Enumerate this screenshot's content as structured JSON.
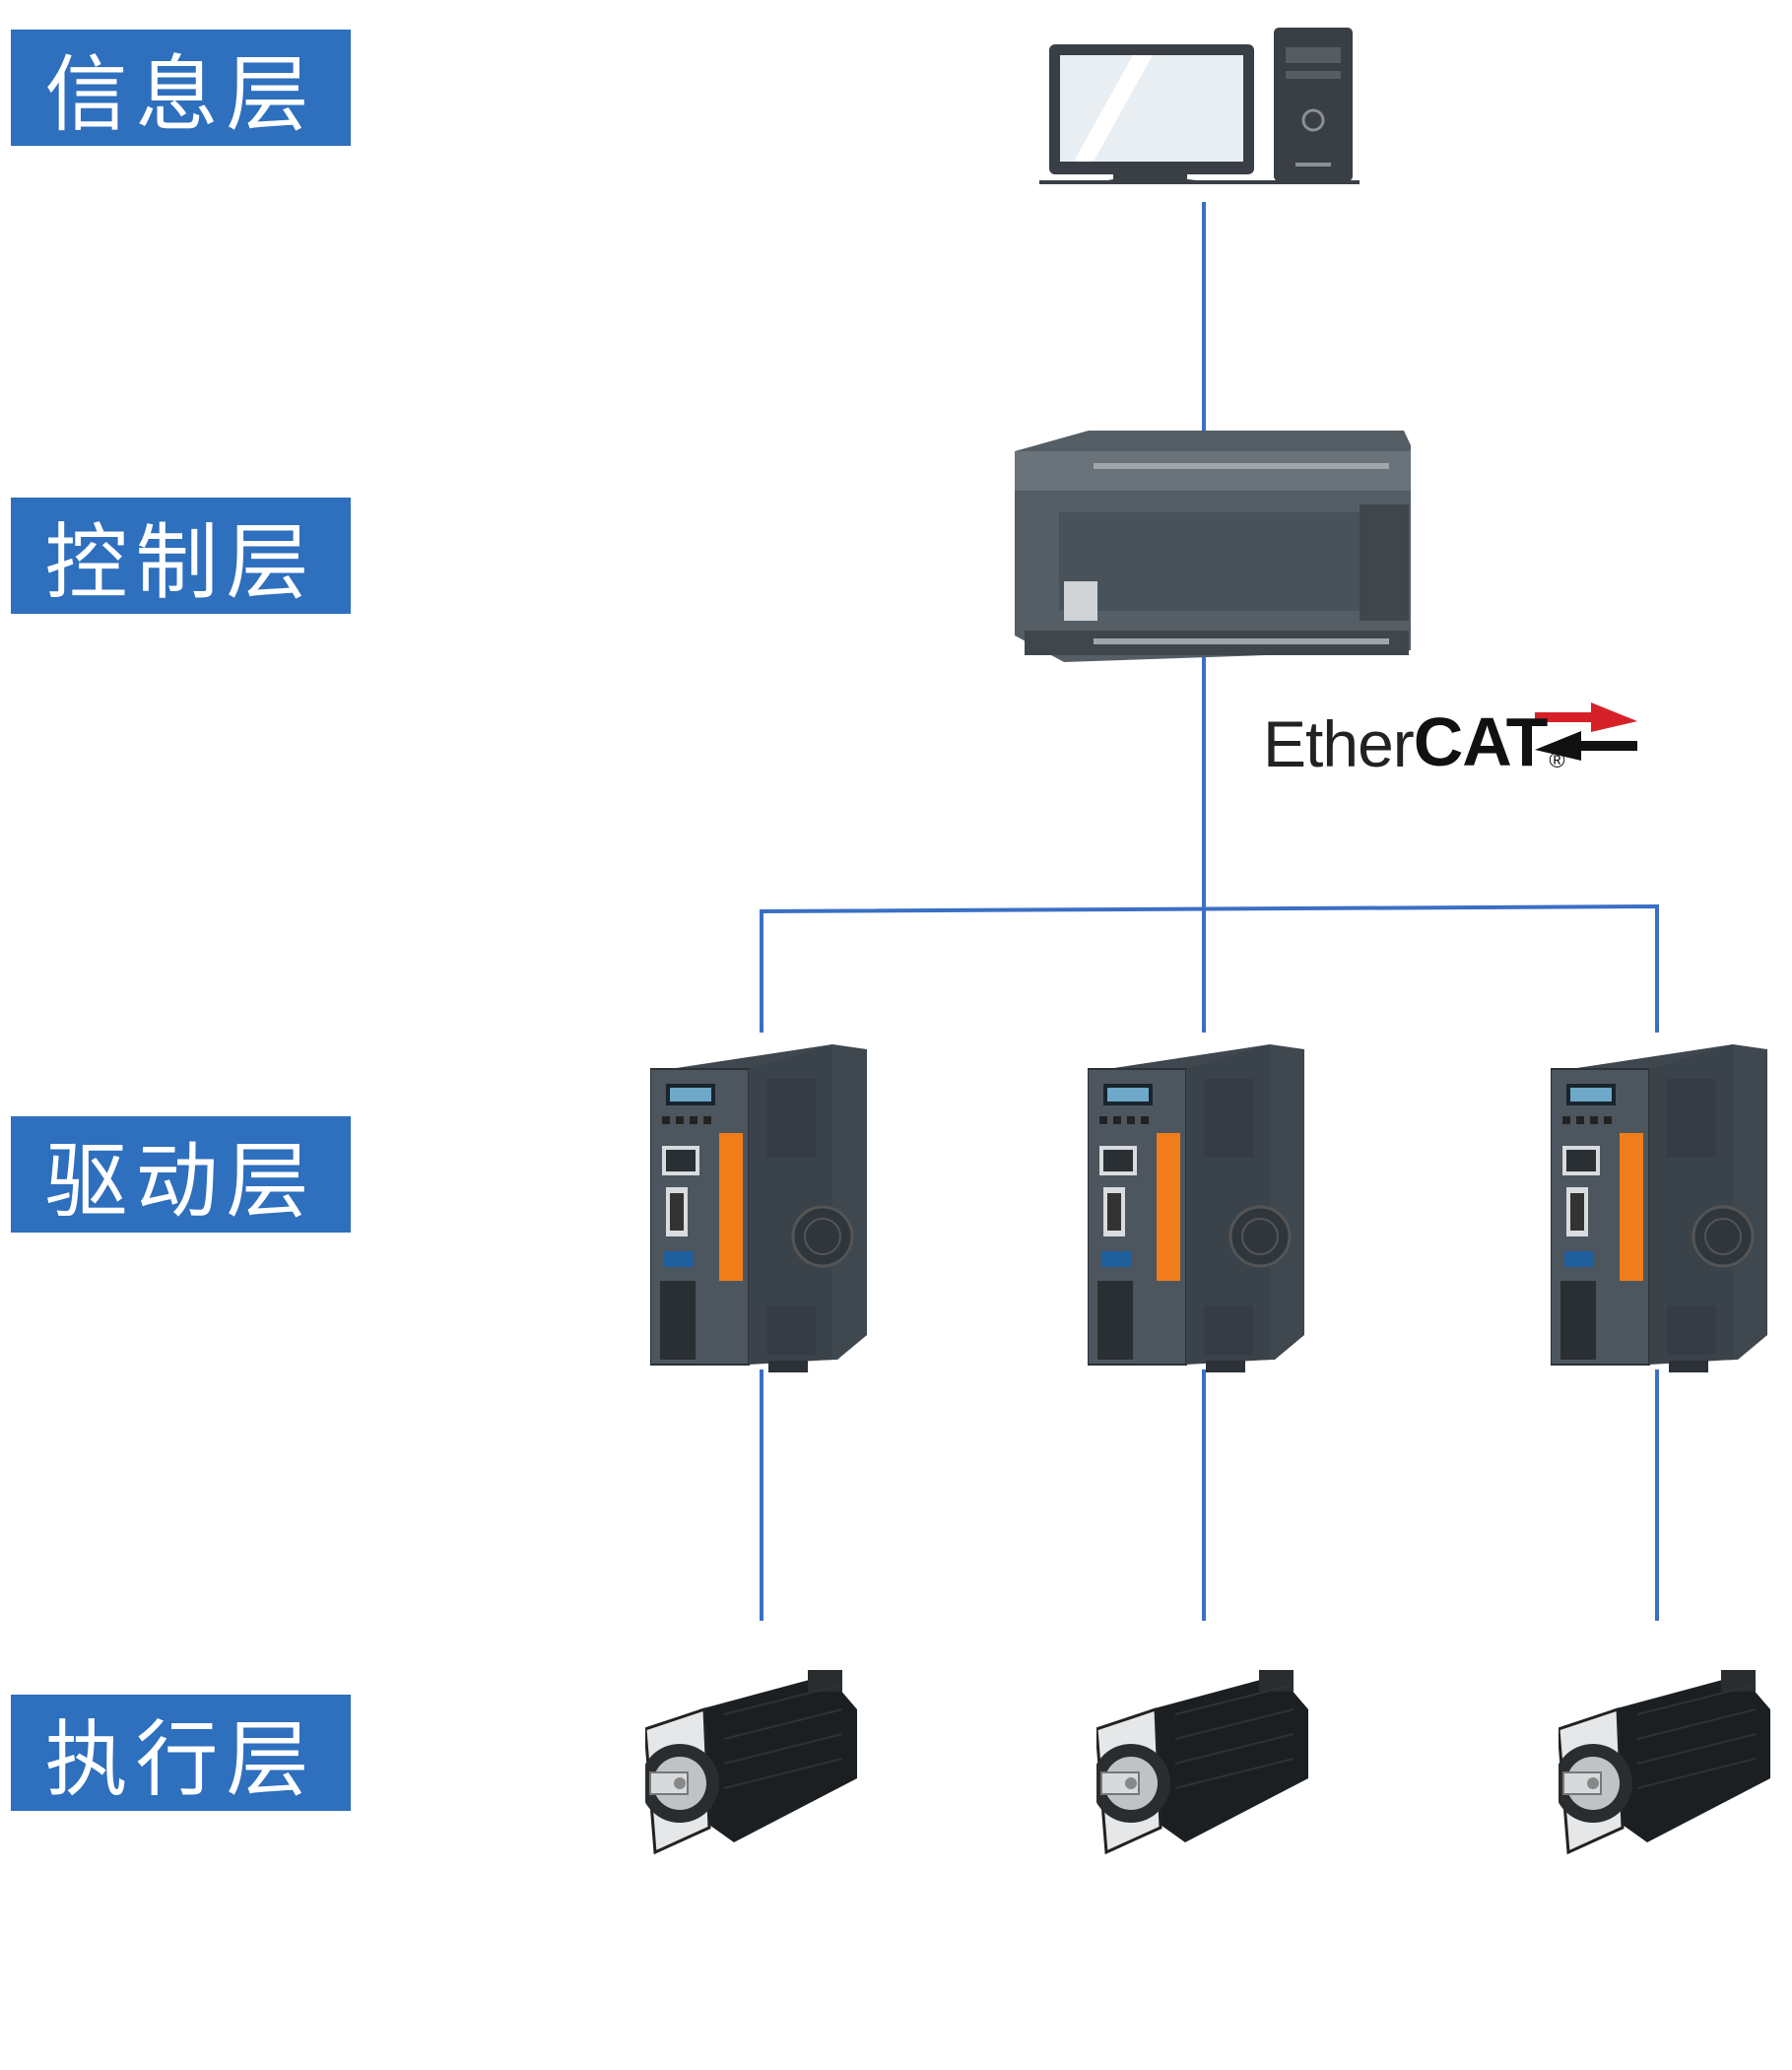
{
  "layers": [
    {
      "label": "信息层"
    },
    {
      "label": "控制层"
    },
    {
      "label": "驱动层"
    },
    {
      "label": "执行层"
    }
  ],
  "network": {
    "name_plain": "Ether",
    "name_bold": "CAT",
    "registered": "®"
  },
  "devices": {
    "computer": "computer-icon",
    "plc": "plc-icon",
    "drives": [
      "servo-drive-icon",
      "servo-drive-icon",
      "servo-drive-icon"
    ],
    "motors": [
      "servo-motor-icon",
      "servo-motor-icon",
      "servo-motor-icon"
    ]
  },
  "colors": {
    "label_bg": "#2e6fbe",
    "line": "#3a6fc4",
    "device_gray": "#4a525a",
    "drive_accent": "#f07d1a"
  }
}
